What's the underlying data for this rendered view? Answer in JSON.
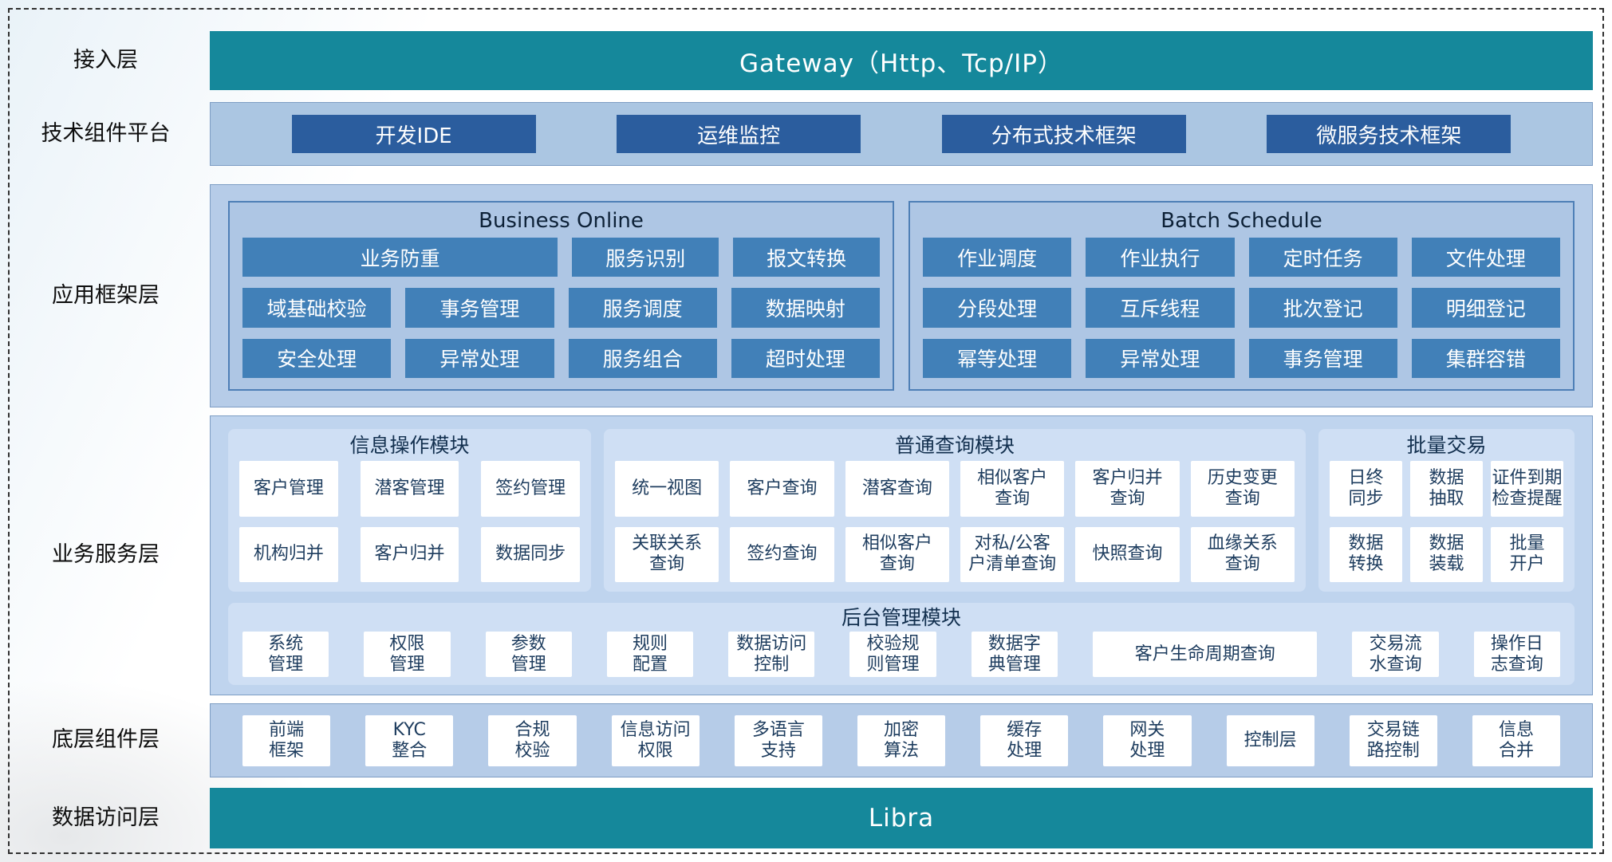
{
  "colors": {
    "teal": "#15889b",
    "dark_blue_button": "#2b5d9e",
    "medium_blue_button": "#4180b8",
    "light_band": "#b6cce8",
    "module_panel": "#cfdff4",
    "cell_text": "#1d3c5e"
  },
  "access_layer": {
    "label": "接入层",
    "gateway_text": "Gateway（Http、Tcp/IP）"
  },
  "tech_platform": {
    "label": "技术组件平台",
    "rows": [
      [
        "开发IDE",
        "运维监控",
        "分布式技术框架",
        "微服务技术框架"
      ]
    ]
  },
  "app_framework": {
    "label": "应用框架层",
    "panels": [
      {
        "title": "Business Online",
        "rows": [
          [
            {
              "text": "业务防重",
              "span": 2.15
            },
            "服务识别",
            "报文转换"
          ],
          [
            "域基础校验",
            "事务管理",
            "服务调度",
            "数据映射"
          ],
          [
            "安全处理",
            "异常处理",
            "服务组合",
            "超时处理"
          ]
        ]
      },
      {
        "title": "Batch Schedule",
        "rows": [
          [
            "作业调度",
            "作业执行",
            "定时任务",
            "文件处理"
          ],
          [
            "分段处理",
            "互斥线程",
            "批次登记",
            "明细登记"
          ],
          [
            "幂等处理",
            "异常处理",
            "事务管理",
            "集群容错"
          ]
        ]
      }
    ]
  },
  "business_service": {
    "label": "业务服务层",
    "modules": [
      {
        "title": "信息操作模块",
        "rows": [
          [
            "客户管理",
            "潜客管理",
            "签约管理"
          ],
          [
            "机构归并",
            "客户归并",
            "数据同步"
          ]
        ]
      },
      {
        "title": "普通查询模块",
        "rows": [
          [
            "统一视图",
            "客户查询",
            "潜客查询",
            "相似客户\n查询",
            "客户归并\n查询",
            "历史变更\n查询"
          ],
          [
            "关联关系\n查询",
            "签约查询",
            "相似客户\n查询",
            "对私/公客\n户清单查询",
            "快照查询",
            "血缘关系\n查询"
          ]
        ]
      },
      {
        "title": "批量交易",
        "rows": [
          [
            "日终\n同步",
            "数据\n抽取",
            "证件到期\n检查提醒"
          ],
          [
            "数据\n转换",
            "数据\n装载",
            "批量\n开户"
          ]
        ]
      }
    ],
    "admin": {
      "title": "后台管理模块",
      "rows": [
        [
          "系统\n管理",
          "权限\n管理",
          "参数\n管理",
          "规则\n配置",
          "数据访问\n控制",
          "校验规\n则管理",
          "数据字\n典管理",
          {
            "text": "客户生命周期查询",
            "span": 2.6
          },
          "交易流\n水查询",
          "操作日\n志查询"
        ]
      ]
    }
  },
  "base_components": {
    "label": "底层组件层",
    "rows": [
      [
        "前端\n框架",
        "KYC\n整合",
        "合规\n校验",
        "信息访问\n权限",
        "多语言\n支持",
        "加密\n算法",
        "缓存\n处理",
        "网关\n处理",
        "控制层",
        "交易链\n路控制",
        "信息\n合并"
      ]
    ]
  },
  "data_access": {
    "label": "数据访问层",
    "text": "Libra"
  }
}
